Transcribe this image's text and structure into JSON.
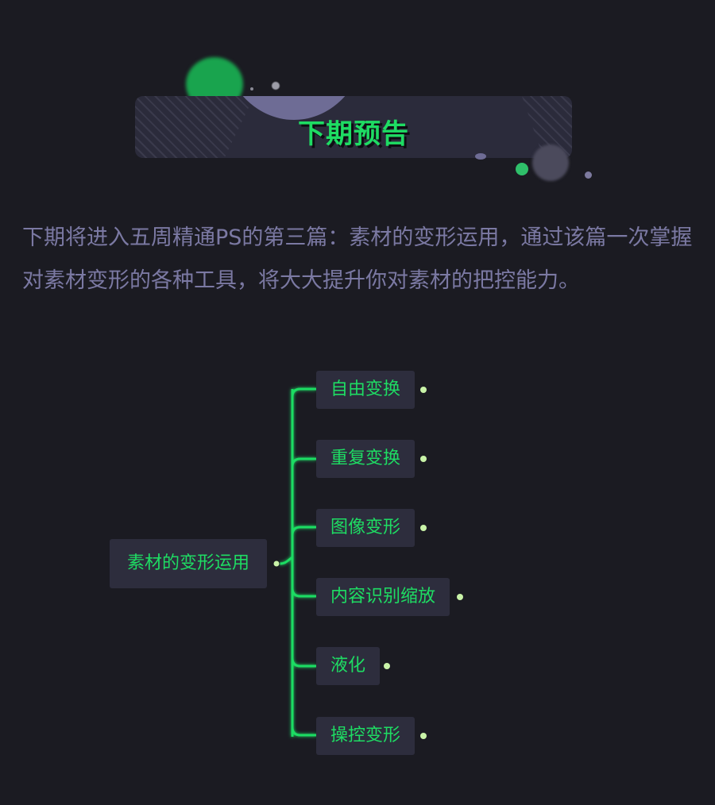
{
  "banner": {
    "title": "下期预告"
  },
  "intro": {
    "text": "下期将进入五周精通PS的第三篇：素材的变形运用，通过该篇一次掌握对素材变形的各种工具，将大大提升你对素材的把控能力。"
  },
  "mindmap": {
    "root": "素材的变形运用",
    "children": [
      "自由变换",
      "重复变换",
      "图像变形",
      "内容识别缩放",
      "液化",
      "操控变形"
    ]
  },
  "colors": {
    "background": "#1b1b22",
    "accent_green": "#1edc63",
    "node_fill": "#2d2d3d",
    "text_muted": "#7b79a3"
  }
}
